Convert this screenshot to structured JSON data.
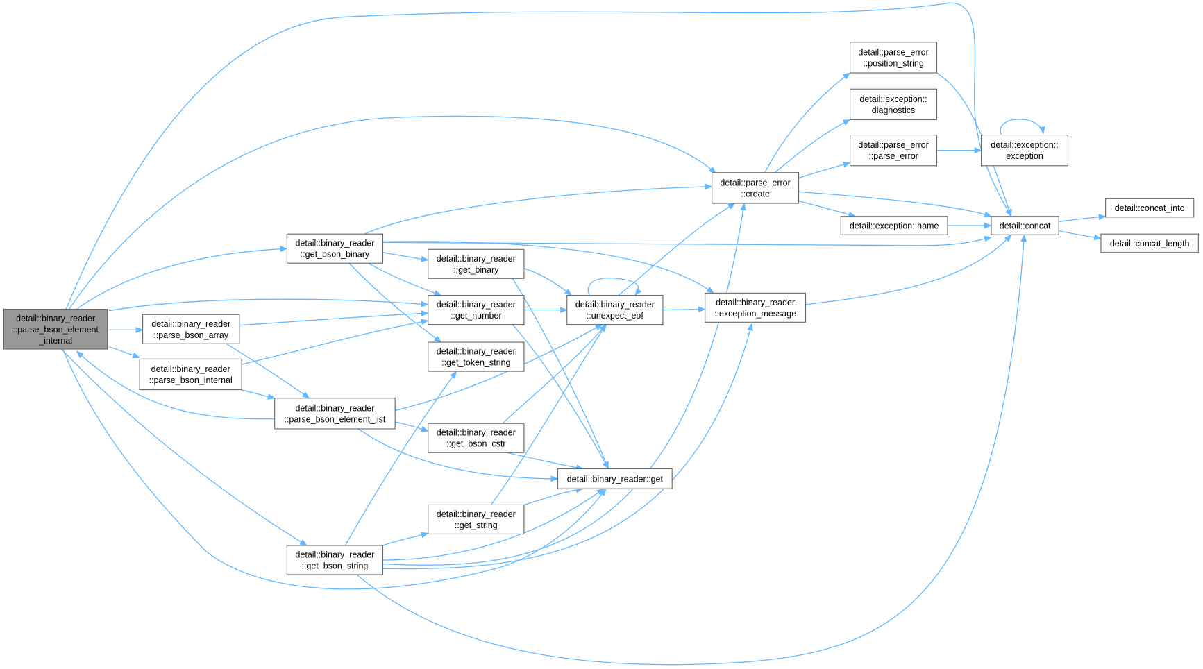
{
  "colors": {
    "edge": "#63b8ff",
    "node_border": "#666666",
    "root_fill": "#999999",
    "node_fill": "#ffffff"
  },
  "nodes": {
    "root": [
      "detail::binary_reader",
      "::parse_bson_element",
      "_internal"
    ],
    "parse_bson_array": [
      "detail::binary_reader",
      "::parse_bson_array"
    ],
    "parse_bson_internal": [
      "detail::binary_reader",
      "::parse_bson_internal"
    ],
    "parse_bson_element_list": [
      "detail::binary_reader",
      "::parse_bson_element_list"
    ],
    "get_bson_binary": [
      "detail::binary_reader",
      "::get_bson_binary"
    ],
    "get_bson_string": [
      "detail::binary_reader",
      "::get_bson_string"
    ],
    "get_binary": [
      "detail::binary_reader",
      "::get_binary"
    ],
    "get_number": [
      "detail::binary_reader",
      "::get_number"
    ],
    "get_token_string": [
      "detail::binary_reader",
      "::get_token_string"
    ],
    "get_bson_cstr": [
      "detail::binary_reader",
      "::get_bson_cstr"
    ],
    "get_string": [
      "detail::binary_reader",
      "::get_string"
    ],
    "unexpect_eof": [
      "detail::binary_reader",
      "::unexpect_eof"
    ],
    "get": [
      "detail::binary_reader::get"
    ],
    "pe_create": [
      "detail::parse_error",
      "::create"
    ],
    "exception_message": [
      "detail::binary_reader",
      "::exception_message"
    ],
    "position_string": [
      "detail::parse_error",
      "::position_string"
    ],
    "diagnostics": [
      "detail::exception::",
      "diagnostics"
    ],
    "parse_error_ctor": [
      "detail::parse_error",
      "::parse_error"
    ],
    "exception_name": [
      "detail::exception::name"
    ],
    "exception_ctor": [
      "detail::exception::",
      "exception"
    ],
    "concat": [
      "detail::concat"
    ],
    "concat_into": [
      "detail::concat_into"
    ],
    "concat_length": [
      "detail::concat_length"
    ]
  }
}
